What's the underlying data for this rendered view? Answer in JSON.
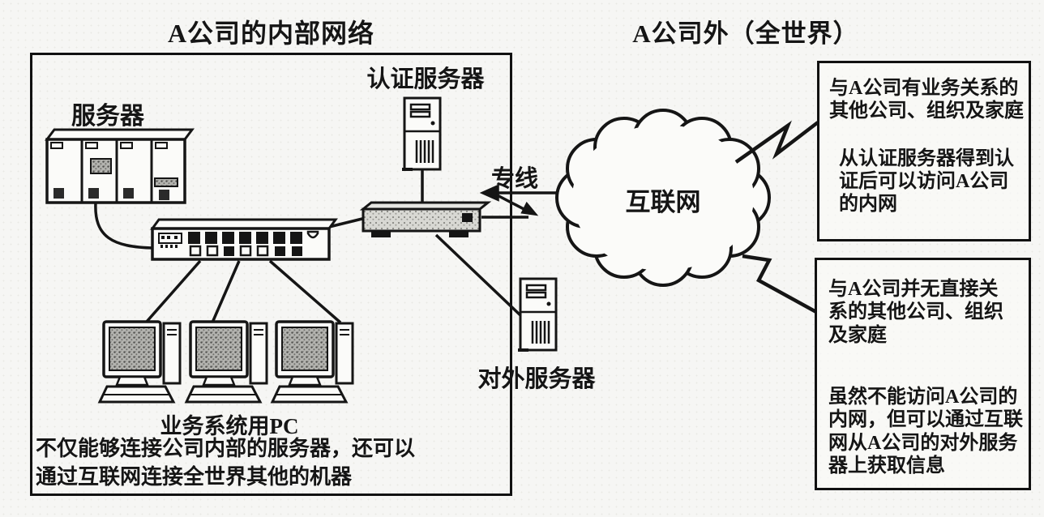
{
  "titles": {
    "internal": "A公司的内部网络",
    "external": "A公司外（全世界）"
  },
  "labels": {
    "server": "服务器",
    "auth_server": "认证服务器",
    "leased_line": "专线",
    "internet": "互联网",
    "external_server": "对外服务器",
    "business_pc": "业务系统用PC",
    "pc_note_line1": "不仅能够连接公司内部的服务器，还可以",
    "pc_note_line2": "通过互联网连接全世界其他的机器"
  },
  "boxes": {
    "partners": {
      "heading": "与A公司有业务关系的其他公司、组织及家庭",
      "body": "从认证服务器得到认证后可以访问A公司的内网"
    },
    "others": {
      "heading": "与A公司并无直接关系的其他公司、组织及家庭",
      "body": "虽然不能访问A公司的内网，但可以通过互联网从A公司的对外服务器上获取信息"
    }
  },
  "colors": {
    "line": "#151515",
    "background": "#f6f6f4"
  }
}
